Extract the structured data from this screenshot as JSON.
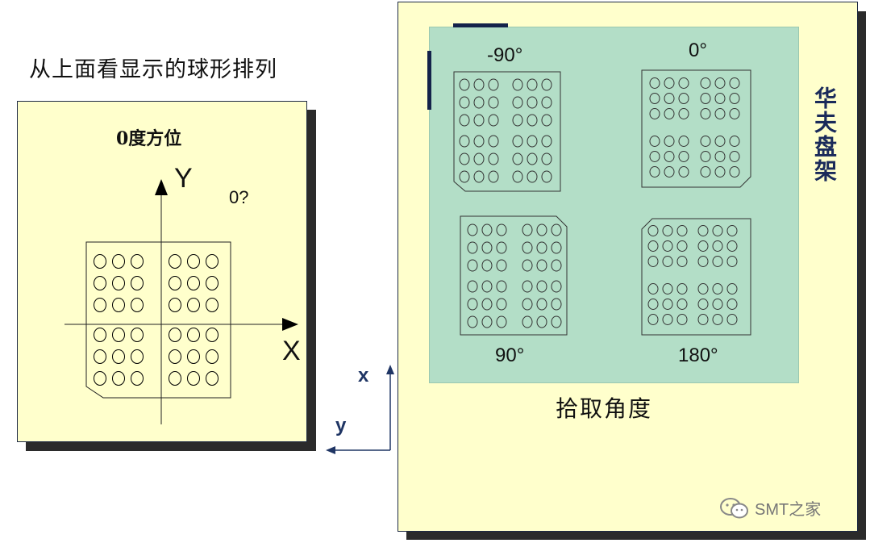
{
  "heading": "从上面看显示的球形排列",
  "left_panel": {
    "title": "0度方位",
    "axis_y_label": "Y",
    "axis_x_label": "X",
    "orientation_note": "0?"
  },
  "right_panel": {
    "quadrants": [
      {
        "label": "-90°"
      },
      {
        "label": "0°"
      },
      {
        "label": "90°"
      },
      {
        "label": "180°"
      }
    ],
    "tray_label": "华夫盘架",
    "pick_angle_label": "拾取角度"
  },
  "coord_axes": {
    "x_label": "x",
    "y_label": "y"
  },
  "watermark": {
    "text": "SMT之家",
    "icon": "wechat-icon"
  },
  "colors": {
    "panel_fill": "#ffffcc",
    "tray_fill": "#b3dec7",
    "accent_navy": "#14224a"
  }
}
